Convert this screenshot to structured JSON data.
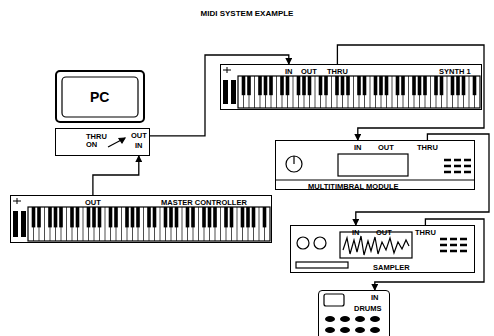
{
  "diagram": {
    "title": "MIDI SYSTEM EXAMPLE",
    "nodes": [
      {
        "text": [
          "PC"
        ]
      },
      {
        "text": [
          "THRU ON",
          "OUT",
          "IN"
        ]
      },
      {
        "text": [
          "IN",
          "OUT",
          "THRU",
          "SYNTH 1"
        ]
      },
      {
        "text": [
          "IN",
          "OUT",
          "THRU",
          "MULTITIMBRAL MODULE"
        ]
      },
      {
        "text": [
          "OUT",
          "MASTER CONTROLLER"
        ]
      },
      {
        "text": [
          "IN",
          "OUT",
          "THRU",
          "SAMPLER"
        ]
      },
      {
        "text": [
          "IN",
          "DRUMS"
        ]
      }
    ],
    "edges": [
      {
        "from": 4,
        "to": 1,
        "arrow": "to"
      },
      {
        "from": 1,
        "to": 2,
        "arrow": "to"
      },
      {
        "from": 2,
        "to": 3,
        "arrow": "to"
      },
      {
        "from": 3,
        "to": 5,
        "arrow": "to"
      },
      {
        "from": 5,
        "to": 6,
        "arrow": "to"
      }
    ]
  }
}
